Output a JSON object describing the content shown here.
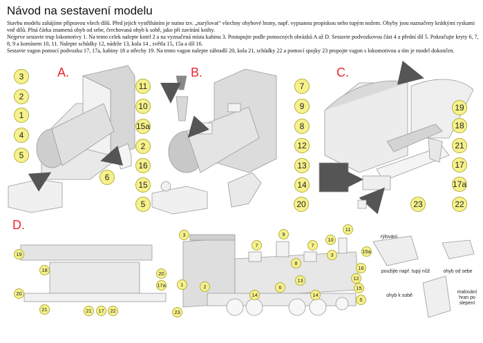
{
  "title": "Návod na sestavení modelu",
  "paragraphs": [
    "Stavbu modelu zahájíme přípravou všech dílů. Před jejich vystřiháním je nutno tzv. „narýlovat“ všechny ohybové hrany, např. vypsanou propiskou nebo tupým nožem. Ohyby jsou naznačeny krátkými ryskami vně dílů. Plná čárka znamená ohyb od sebe, čerchovaná ohyb k sobě, jako při zavírání knihy.",
    "Nejprve sestavte trup lokomotivy 1. Na tento celek nalepte kotel 2 a na vyznačená místa kabinu 3. Postupujte podle pomocných obrázků A až D. Sestavte podvozkovou část 4 a přední díl 5. Pokračujte kryty 6, 7, 8, 9 a komínem 10, 11. Nalepte schůdky 12, nádrže 13, kola 14 , světla  15, 15a  a díl 16.",
    "Sestavte vagon pomocí podvozku 17, 17a,  kabiny 18 a střechy 19. Na  tento vagon nalepte zábradlí 20, kola 21, schůdky 22 a pomocí spojky 23 propojte vagon s lokomotivou a tím je model dokončen."
  ],
  "sections": {
    "a": "A.",
    "b": "B.",
    "c": "C.",
    "d": "D."
  },
  "callouts": {
    "a": [
      "3",
      "2",
      "1",
      "4",
      "5",
      "6"
    ],
    "b": [
      "11",
      "10",
      "15a",
      "2",
      "16",
      "15",
      "5",
      "7",
      "9",
      "8",
      "12",
      "13",
      "14"
    ],
    "c": [
      "19",
      "18",
      "21",
      "17",
      "17a",
      "22",
      "23",
      "20"
    ],
    "d": [
      "19",
      "18",
      "20",
      "17a",
      "20",
      "21",
      "17",
      "21",
      "22",
      "23",
      "3",
      "1",
      "2",
      "7",
      "9",
      "7",
      "8",
      "10",
      "11",
      "15a",
      "3",
      "16",
      "12",
      "15",
      "13",
      "6",
      "14",
      "14",
      "5"
    ]
  },
  "folding": {
    "rylovani": "rýlování",
    "tool_hint": "použijte např. tupý nůž",
    "fold_away": "ohyb od sebe",
    "fold_toward": "ohyb k sobě",
    "glue_edges": "malování hran po slepení"
  }
}
